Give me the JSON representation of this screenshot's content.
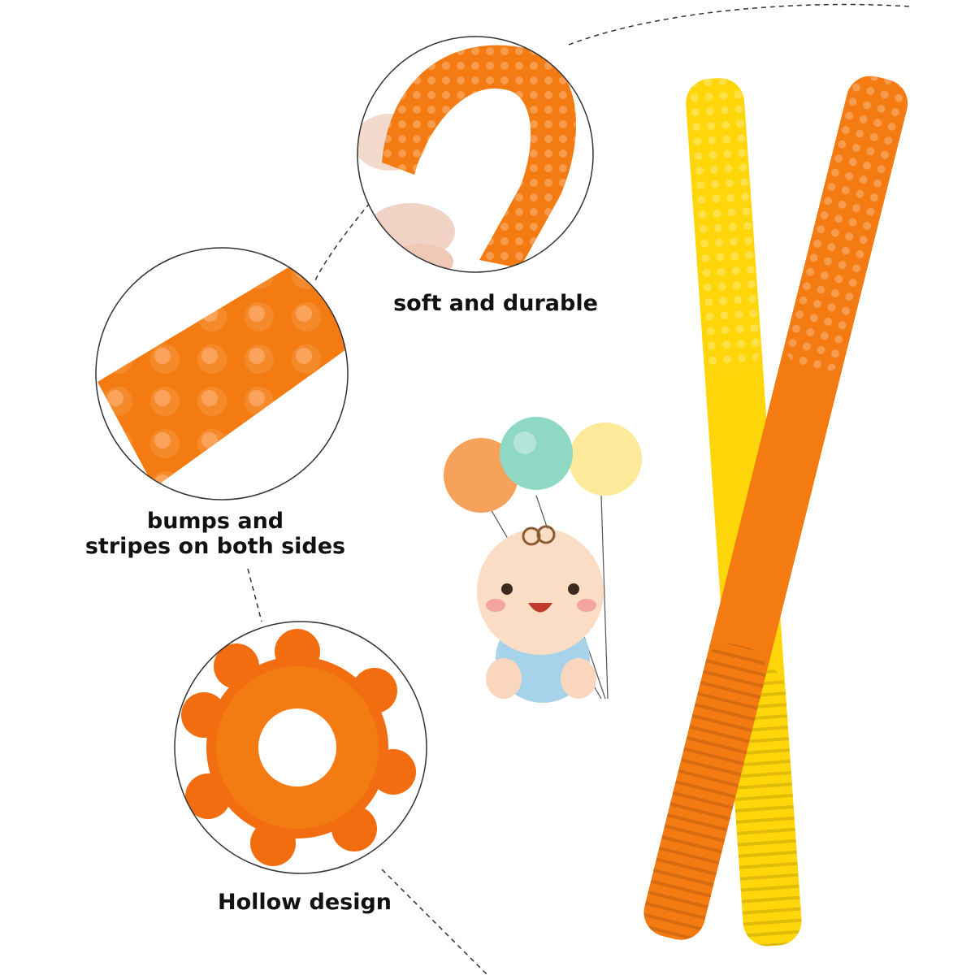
{
  "captions": {
    "soft": "soft and durable",
    "bumps_line1": "bumps and",
    "bumps_line2": "stripes on both sides",
    "hollow": "Hollow design"
  },
  "colors": {
    "orange": "#f47a12",
    "yellow": "#ffd60a",
    "balloon_orange": "#f6a25a",
    "balloon_mint": "#8ed8c4",
    "balloon_yellow": "#fce99a",
    "baby_outfit": "#a7d3ea"
  }
}
